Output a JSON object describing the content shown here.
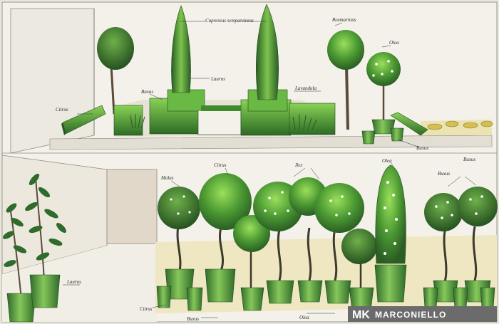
{
  "labels": {
    "top_1": "Cupressus sempervirens",
    "top_2": "Buxus",
    "top_3": "Laurus",
    "top_4": "Citrus",
    "top_5": "Lavandula",
    "top_6": "Rosmarinus",
    "top_7": "Olea",
    "top_8": "Buxus",
    "bottom_1": "Malus",
    "bottom_2": "Citrus",
    "bottom_3": "Ilex",
    "bottom_4": "Olea",
    "bottom_5": "Buxus",
    "bottom_6": "Laurus",
    "bottom_7": "Citrus",
    "bottom_8": "Buxus",
    "bottom_9": "Olea",
    "bottom_10": "Buxus"
  },
  "brand": {
    "logo": "MK",
    "name": "MARCONIELLO"
  },
  "colors": {
    "paper": "#e9e6dc",
    "sheet": "#f3f1ea",
    "dark_green": "#2f6b2a",
    "mid_green": "#4c9a33",
    "light_green": "#8ccf4f",
    "trunk": "#5a4a3a",
    "sand": "#d6cc8d",
    "pot": "#4f8d38",
    "logo_bg": "#6b6b6b"
  }
}
